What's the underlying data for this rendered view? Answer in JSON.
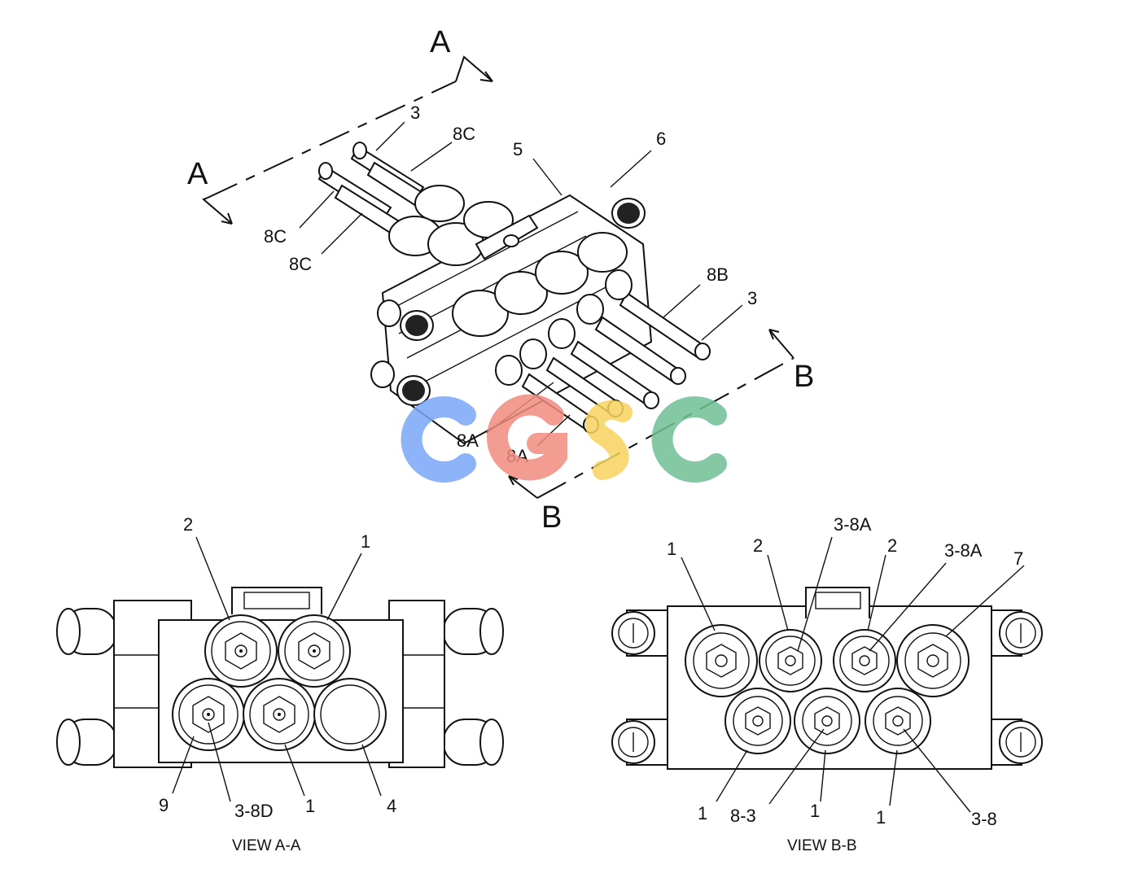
{
  "iso_view": {
    "section_a_label": "A",
    "section_b_label": "B",
    "callouts": {
      "c3_top": "3",
      "c8c_top": "8C",
      "c5": "5",
      "c6": "6",
      "c8c_left1": "8C",
      "c8c_left2": "8C",
      "c8b": "8B",
      "c3_right": "3",
      "c8a_1": "8A",
      "c8a_2": "8A"
    }
  },
  "watermark": {
    "letters": [
      "C",
      "G",
      "S",
      "C"
    ],
    "colors": [
      "#7aa7f7",
      "#f08b80",
      "#f7d35f",
      "#6fbf95"
    ]
  },
  "view_aa": {
    "caption": "VIEW A-A",
    "callouts": {
      "top_left": "2",
      "top_right": "1",
      "bottom_9": "9",
      "bottom_38d": "3-8D",
      "bottom_1": "1",
      "bottom_4": "4"
    }
  },
  "view_bb": {
    "caption": "VIEW B-B",
    "callouts": {
      "top_1": "1",
      "top_2a": "2",
      "top_38a_1": "3-8A",
      "top_2b": "2",
      "top_38a_2": "3-8A",
      "top_7": "7",
      "bottom_1a": "1",
      "bottom_83": "8-3",
      "bottom_1b": "1",
      "bottom_1c": "1",
      "bottom_38": "3-8"
    }
  }
}
